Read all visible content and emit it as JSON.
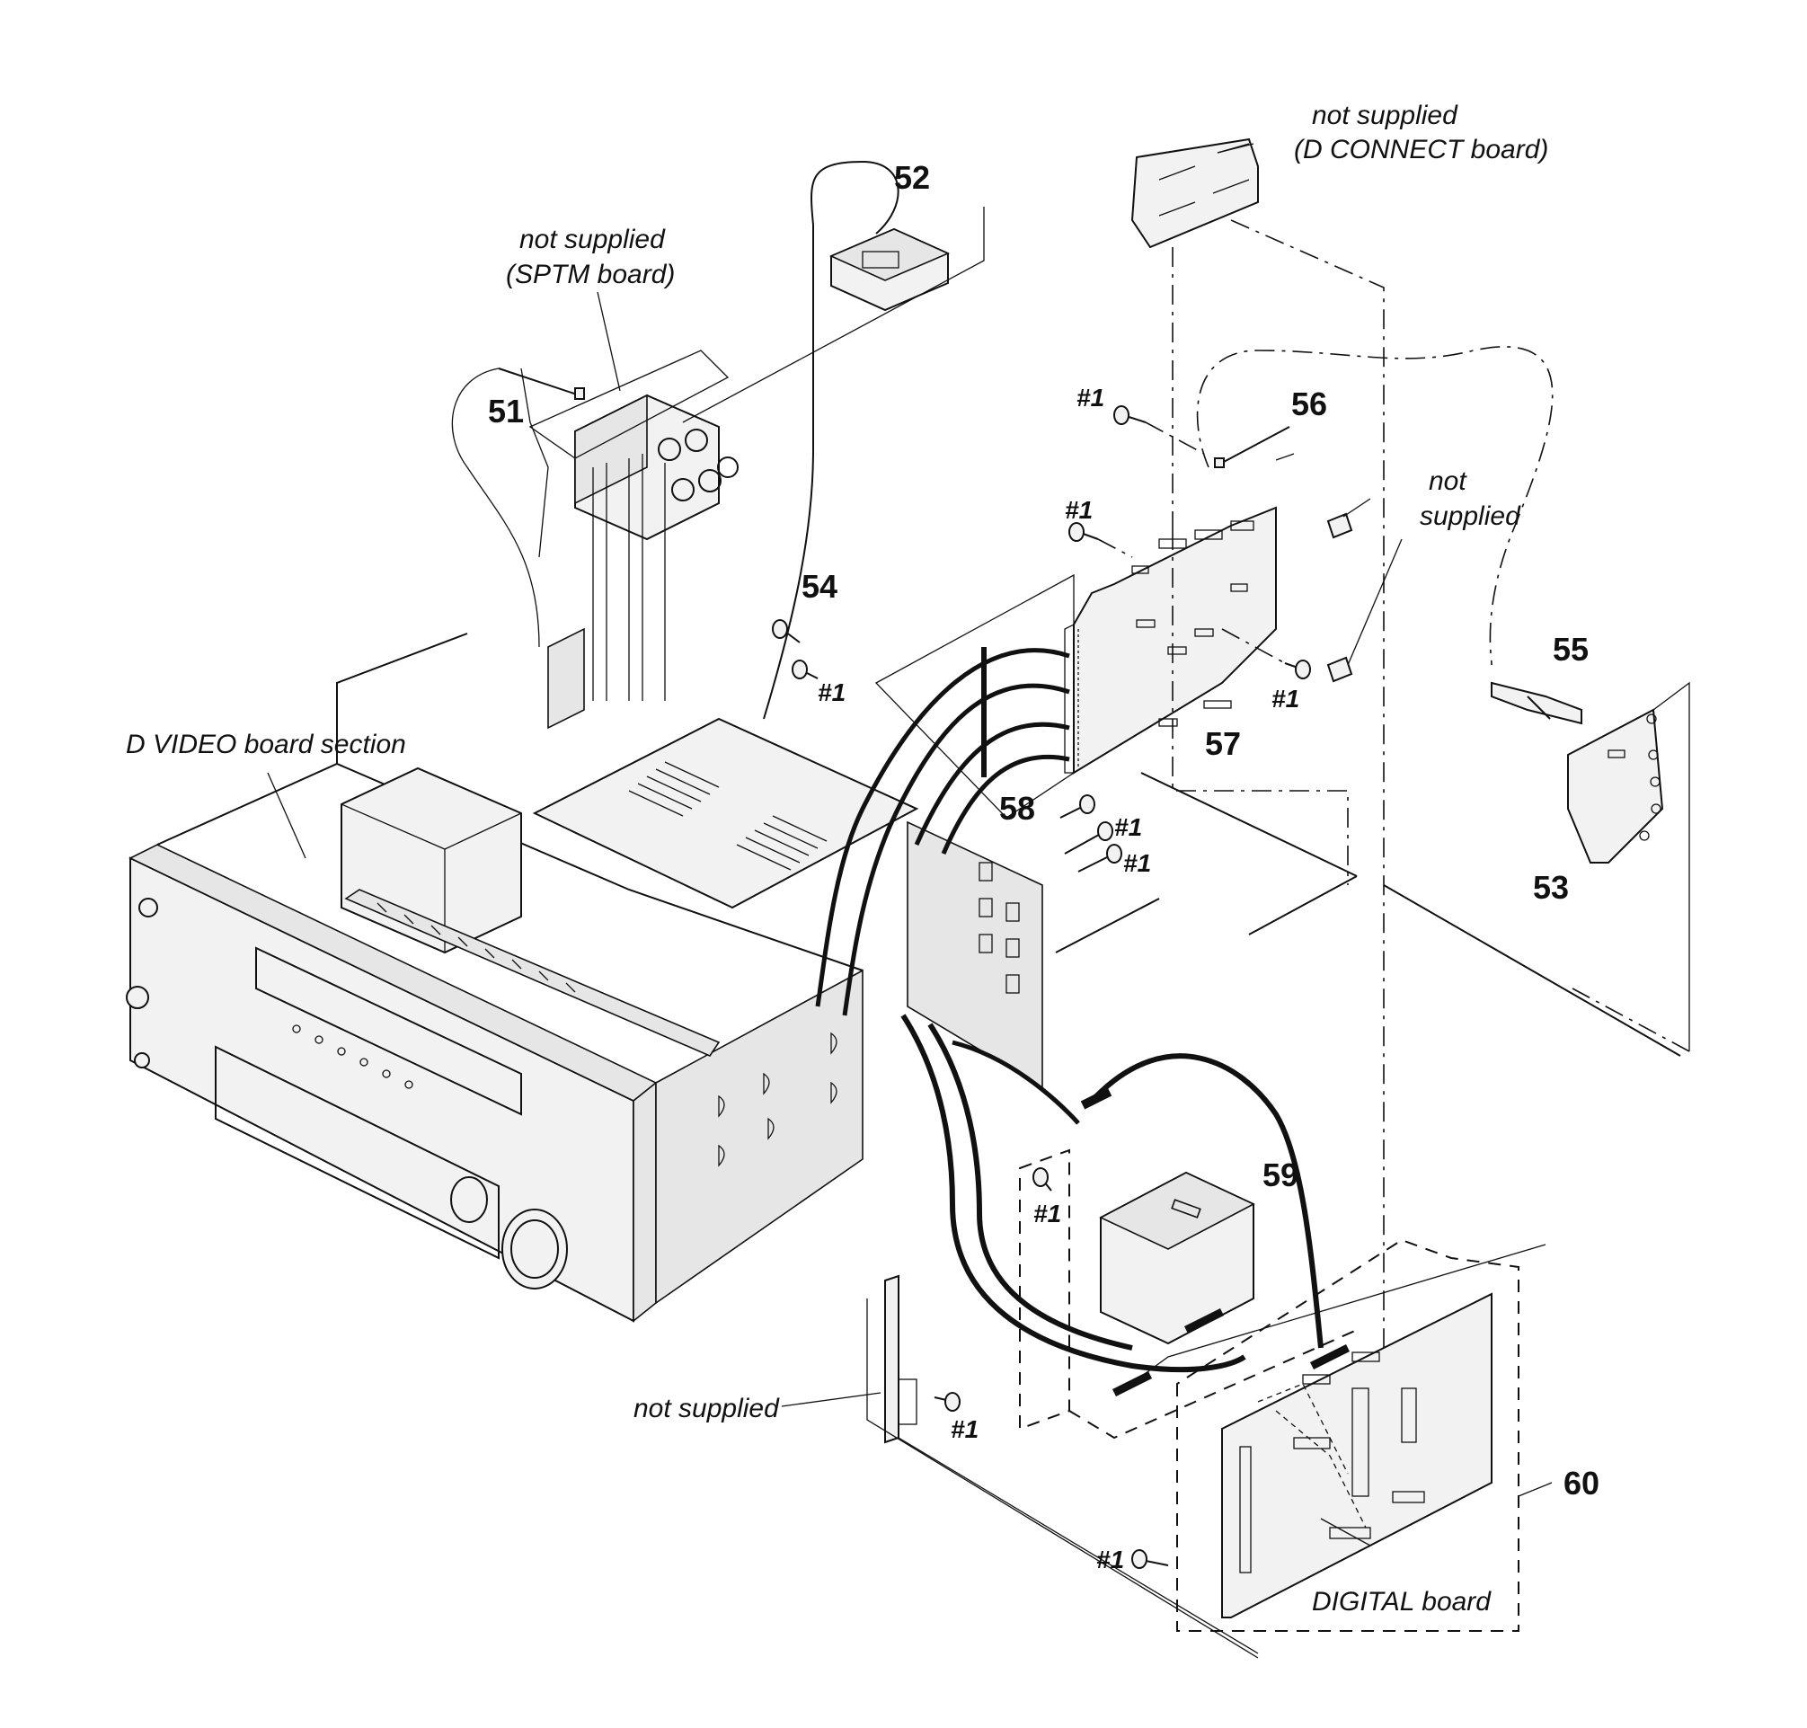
{
  "callouts": {
    "n51": "51",
    "n52": "52",
    "n53": "53",
    "n54": "54",
    "n55": "55",
    "n56": "56",
    "n57": "57",
    "n58": "58",
    "n59": "59",
    "n60": "60"
  },
  "labels": {
    "sptm_line1": "not supplied",
    "sptm_line2": "(SPTM board)",
    "dconnect_line1": "not supplied",
    "dconnect_line2": "(D CONNECT board)",
    "bracket_line1": "not",
    "bracket_line2": "supplied",
    "dvideo": "D VIDEO board section",
    "lower_not_supplied": "not supplied",
    "digital_board": "DIGITAL board"
  },
  "screw_ref": "#1"
}
